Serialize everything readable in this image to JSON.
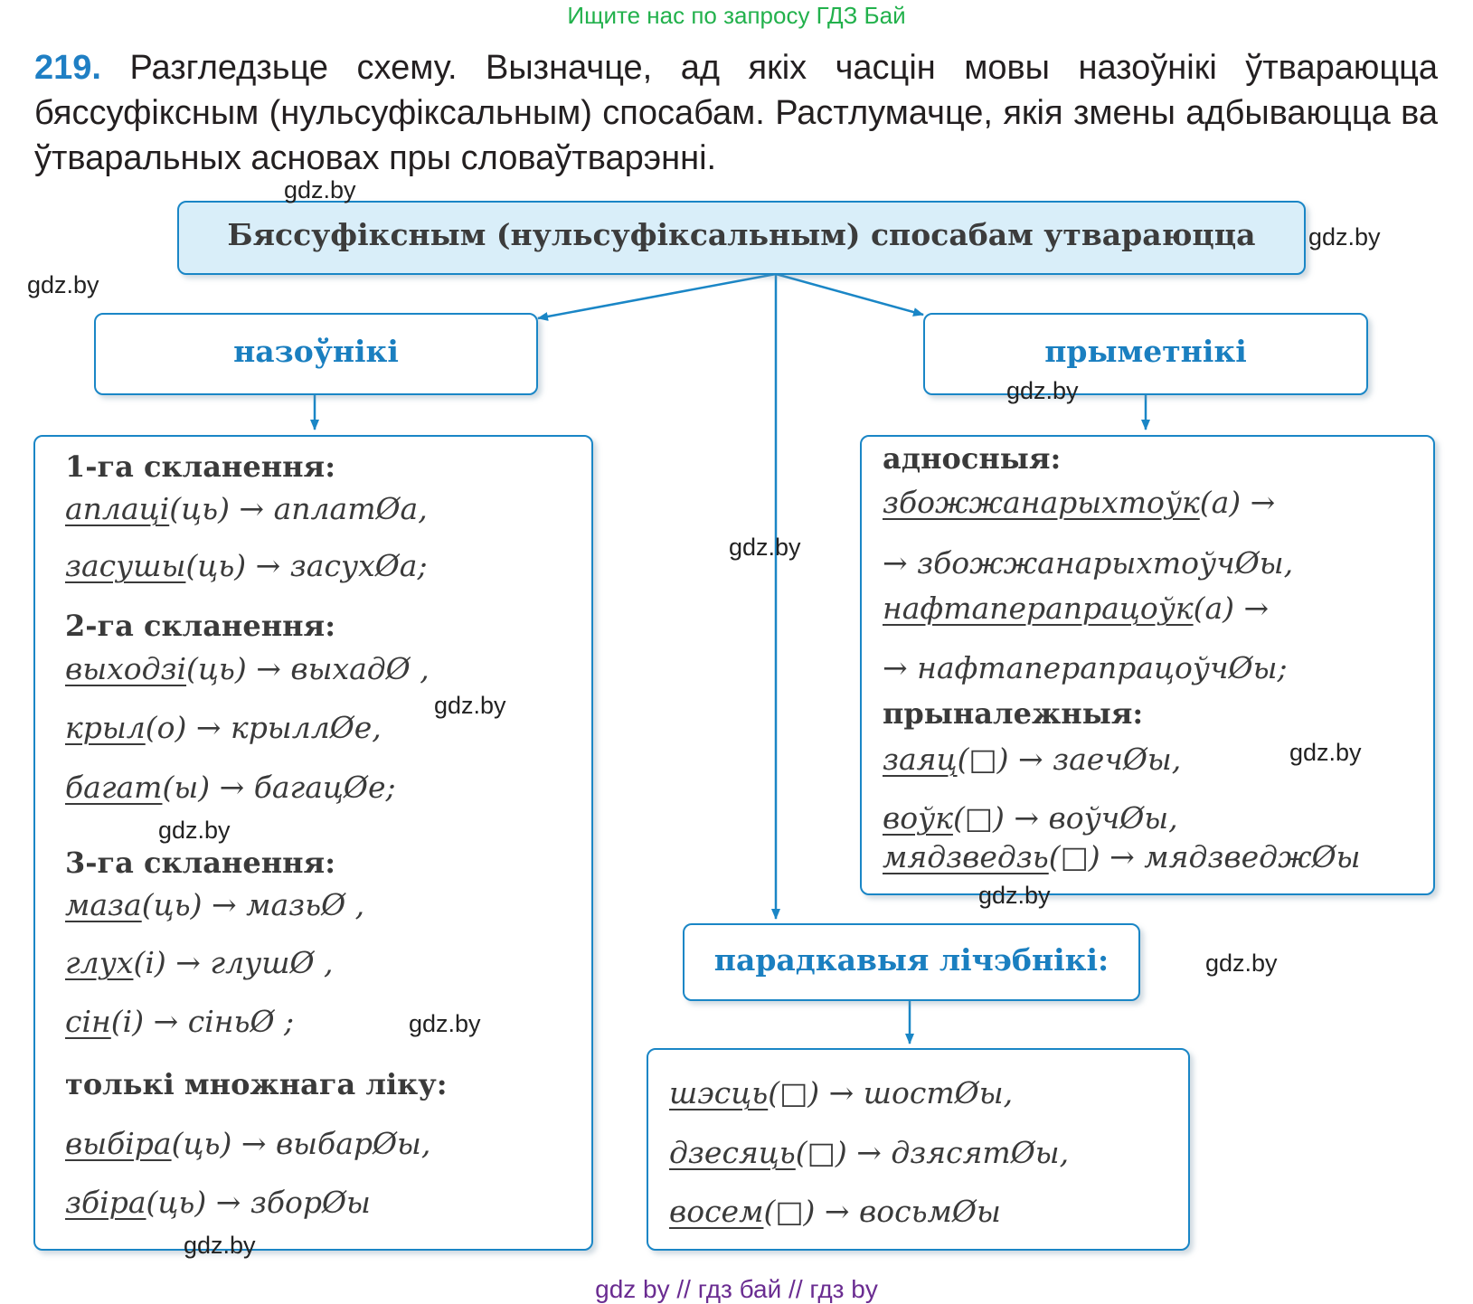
{
  "banner": "Ищите нас по запросу ГДЗ Бай",
  "task": {
    "number": "219.",
    "text": "Разгледзьце схему. Вызначце, ад якіх часцін мовы назоўнікі ўтвараюцца бяссуфіксным (нульсуфіксальным) спосабам. Растлумачце, якія змены адбываюцца ва ўтваральных асновах пры словаўтварэнні."
  },
  "diagram": {
    "title": "Бяссуфіксным (нульсуфіксальным) спосабам утвараюцца",
    "nouns": {
      "label": "назоўнікі",
      "groups": [
        {
          "header": "1-га скланення:",
          "items": [
            {
              "base": "аплаці",
              "rest": "(ць) → аплатØа,"
            },
            {
              "base": "засушы",
              "rest": "(ць) → засухØа;"
            }
          ]
        },
        {
          "header": "2-га скланення:",
          "items": [
            {
              "base": "выходзі",
              "rest": "(ць) → выхадØ ,"
            },
            {
              "base": "крыл",
              "rest": "(о) → крыллØе,"
            },
            {
              "base": "багат",
              "rest": "(ы) → багацØе;"
            }
          ]
        },
        {
          "header": "3-га скланення:",
          "items": [
            {
              "base": "маза",
              "rest": "(ць) → мазьØ ,"
            },
            {
              "base": "глух",
              "rest": "(і) → глушØ ,"
            },
            {
              "base": "сін",
              "rest": "(і) → сіньØ ;"
            }
          ]
        },
        {
          "header": "толькі множнага ліку:",
          "items": [
            {
              "base": "выбіра",
              "rest": "(ць) → выбарØы,"
            },
            {
              "base": "збіра",
              "rest": "(ць) → зборØы"
            }
          ]
        }
      ]
    },
    "adjectives": {
      "label": "прыметнікі",
      "groups": [
        {
          "header": "адносныя:",
          "items": [
            {
              "base": "збожжанарыхтоўк",
              "rest": "(а) →"
            },
            {
              "base": "",
              "rest": "→ збожжанарыхтоўчØы,"
            },
            {
              "base": "нафтаперапрацоўк",
              "rest": "(а) →"
            },
            {
              "base": "",
              "rest": "→ нафтаперапрацоўчØы;"
            }
          ]
        },
        {
          "header": "прыналежныя:",
          "items": [
            {
              "base": "заяц",
              "rest": "(□) → заечØы,"
            },
            {
              "base": "воўк",
              "rest": "(□) → воўчØы,"
            },
            {
              "base": "мядзведзь",
              "rest": "(□) → мядзведжØы"
            }
          ]
        }
      ]
    },
    "numerals": {
      "label": "парадкавыя лічэбнікі:",
      "items": [
        {
          "base": "шэсць",
          "rest": "(□) → шостØы,"
        },
        {
          "base": "дзесяць",
          "rest": "(□) → дзясятØы,"
        },
        {
          "base": "восем",
          "rest": "(□) → восьмØы"
        }
      ]
    }
  },
  "watermarks": [
    "gdz.by"
  ],
  "footer": "gdz by  //  гдз бай  //  гдз by",
  "colors": {
    "accent": "#1a86c6",
    "title_fill": "#d9eef9",
    "banner": "#22b14c",
    "footer": "#6a2c91"
  }
}
